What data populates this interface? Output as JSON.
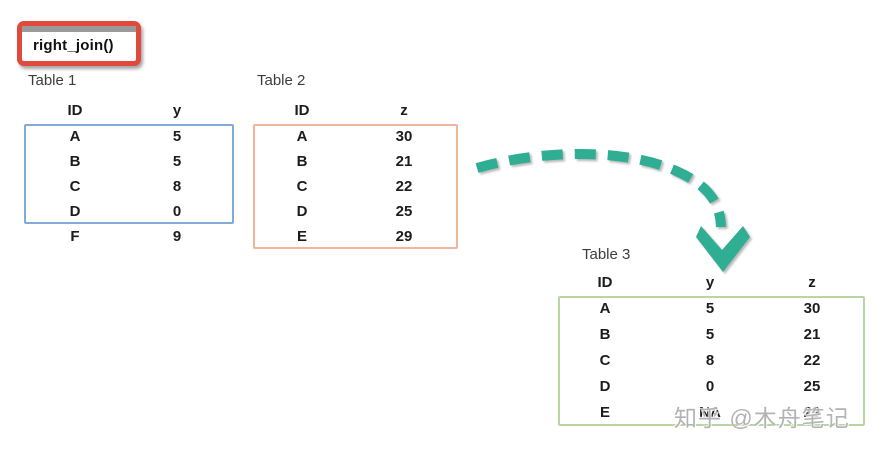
{
  "title": "right_join()",
  "tables": [
    {
      "label": "Table 1",
      "columns": [
        "ID",
        "y"
      ],
      "rows": [
        [
          "A",
          "5"
        ],
        [
          "B",
          "5"
        ],
        [
          "C",
          "8"
        ],
        [
          "D",
          "0"
        ],
        [
          "F",
          "9"
        ]
      ],
      "highlighted_rows": 4,
      "box_color": "#82aad9"
    },
    {
      "label": "Table 2",
      "columns": [
        "ID",
        "z"
      ],
      "rows": [
        [
          "A",
          "30"
        ],
        [
          "B",
          "21"
        ],
        [
          "C",
          "22"
        ],
        [
          "D",
          "25"
        ],
        [
          "E",
          "29"
        ]
      ],
      "highlighted_rows": 5,
      "box_color": "#f2b49a"
    },
    {
      "label": "Table 3",
      "columns": [
        "ID",
        "y",
        "z"
      ],
      "rows": [
        [
          "A",
          "5",
          "30"
        ],
        [
          "B",
          "5",
          "21"
        ],
        [
          "C",
          "8",
          "22"
        ],
        [
          "D",
          "0",
          "25"
        ],
        [
          "E",
          "NA",
          "29"
        ]
      ],
      "highlighted_rows": 5,
      "box_color": "#b9d5a2"
    }
  ],
  "arrow": {
    "color": "#2fae94"
  },
  "watermark": "知乎 @木舟笔记",
  "colors": {
    "title_border": "#e2493d",
    "title_shade": "#9a9a9a",
    "text": "#1c1c1c",
    "label": "#3d3d3d",
    "watermark": "#b3b3b3"
  }
}
